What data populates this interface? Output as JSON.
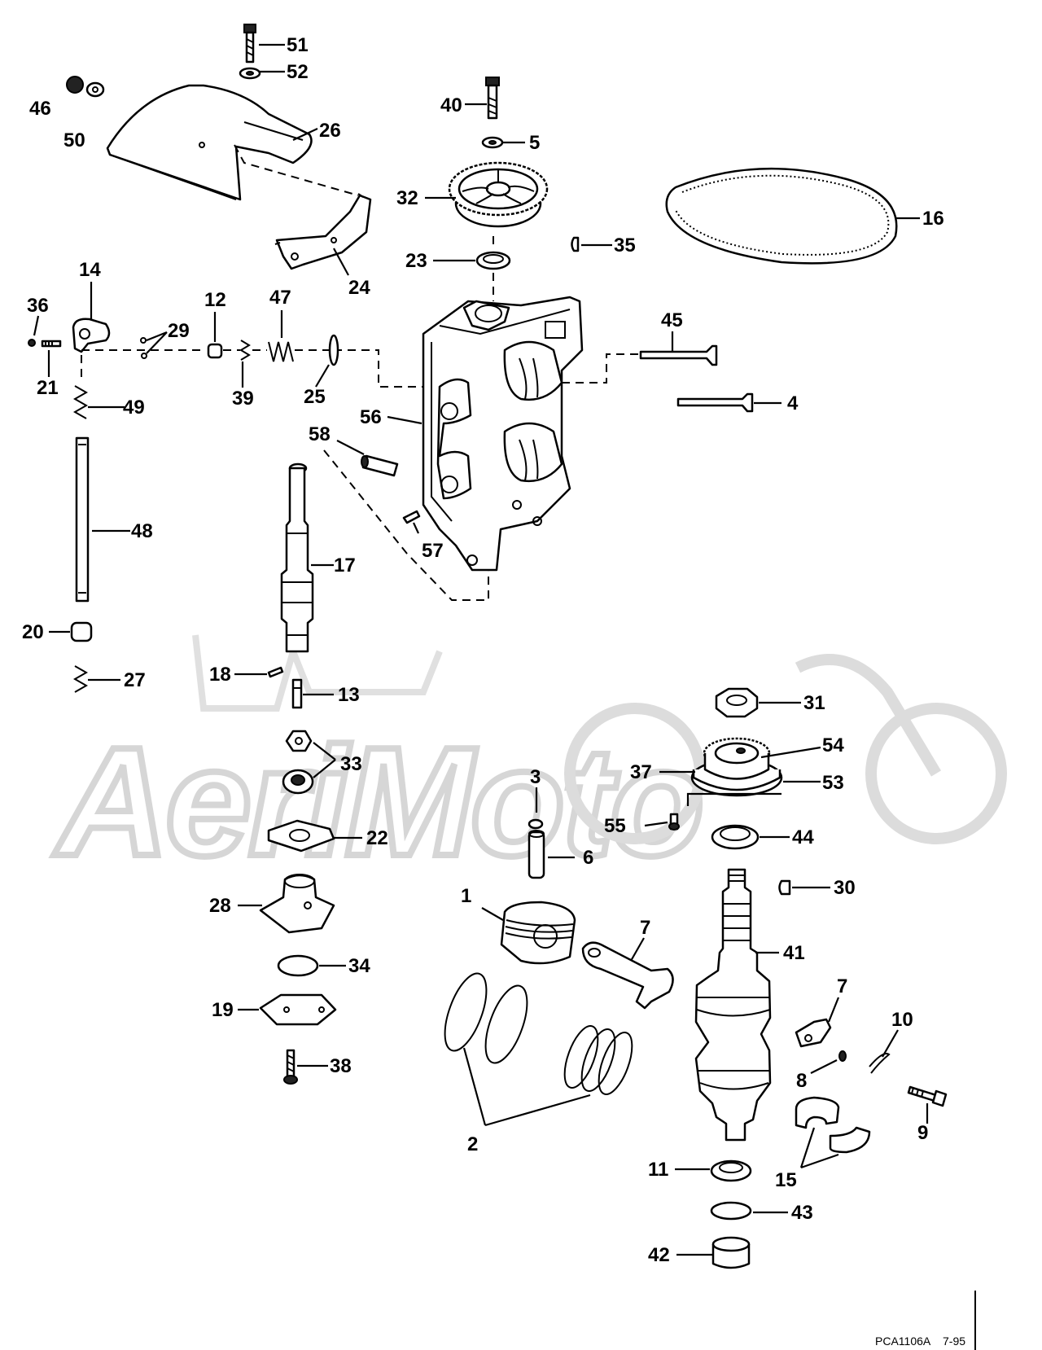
{
  "watermark": {
    "text": "AeriMoto"
  },
  "drawing_code": "PCA1106A",
  "drawing_date": "7-95",
  "callouts": [
    {
      "id": "c51",
      "label": "51",
      "part": "screw"
    },
    {
      "id": "c52",
      "label": "52",
      "part": "washer"
    },
    {
      "id": "c46",
      "label": "46",
      "part": "nut"
    },
    {
      "id": "c50",
      "label": "50",
      "part": "washer"
    },
    {
      "id": "c26",
      "label": "26",
      "part": "belt-cover"
    },
    {
      "id": "c40",
      "label": "40",
      "part": "bolt"
    },
    {
      "id": "c5",
      "label": "5",
      "part": "washer"
    },
    {
      "id": "c32",
      "label": "32",
      "part": "camshaft-pulley"
    },
    {
      "id": "c16",
      "label": "16",
      "part": "timing-belt"
    },
    {
      "id": "c35",
      "label": "35",
      "part": "key"
    },
    {
      "id": "c23",
      "label": "23",
      "part": "seal"
    },
    {
      "id": "c24",
      "label": "24",
      "part": "bracket"
    },
    {
      "id": "c14",
      "label": "14",
      "part": "rocker-arm"
    },
    {
      "id": "c36",
      "label": "36",
      "part": "nut"
    },
    {
      "id": "c29",
      "label": "29",
      "part": "clips"
    },
    {
      "id": "c12",
      "label": "12",
      "part": "spacer"
    },
    {
      "id": "c47",
      "label": "47",
      "part": "spring"
    },
    {
      "id": "c21",
      "label": "21",
      "part": "adjusting-screw"
    },
    {
      "id": "c39",
      "label": "39",
      "part": "spring"
    },
    {
      "id": "c25",
      "label": "25",
      "part": "washer"
    },
    {
      "id": "c45",
      "label": "45",
      "part": "intake-valve"
    },
    {
      "id": "c4",
      "label": "4",
      "part": "exhaust-valve"
    },
    {
      "id": "c49",
      "label": "49",
      "part": "spring"
    },
    {
      "id": "c56",
      "label": "56",
      "part": "cylinder-head"
    },
    {
      "id": "c58",
      "label": "58",
      "part": "dowel"
    },
    {
      "id": "c48",
      "label": "48",
      "part": "rocker-shaft"
    },
    {
      "id": "c17",
      "label": "17",
      "part": "camshaft"
    },
    {
      "id": "c57",
      "label": "57",
      "part": "pin"
    },
    {
      "id": "c20",
      "label": "20",
      "part": "spacer"
    },
    {
      "id": "c18",
      "label": "18",
      "part": "pin"
    },
    {
      "id": "c27",
      "label": "27",
      "part": "spring"
    },
    {
      "id": "c13",
      "label": "13",
      "part": "pin"
    },
    {
      "id": "c31",
      "label": "31",
      "part": "nut"
    },
    {
      "id": "c54",
      "label": "54",
      "part": "gear"
    },
    {
      "id": "c37",
      "label": "37",
      "part": "flywheel-hub"
    },
    {
      "id": "c53",
      "label": "53",
      "part": "plate"
    },
    {
      "id": "c33",
      "label": "33",
      "part": "oil-pump-rotors"
    },
    {
      "id": "c3",
      "label": "3",
      "part": "retaining-ring"
    },
    {
      "id": "c55",
      "label": "55",
      "part": "screw"
    },
    {
      "id": "c44",
      "label": "44",
      "part": "seal"
    },
    {
      "id": "c22",
      "label": "22",
      "part": "gasket"
    },
    {
      "id": "c6",
      "label": "6",
      "part": "piston-pin"
    },
    {
      "id": "c30",
      "label": "30",
      "part": "key"
    },
    {
      "id": "c1",
      "label": "1",
      "part": "piston"
    },
    {
      "id": "c28",
      "label": "28",
      "part": "pump-housing"
    },
    {
      "id": "c7a",
      "label": "7",
      "part": "connecting-rod"
    },
    {
      "id": "c41",
      "label": "41",
      "part": "crankshaft"
    },
    {
      "id": "c34",
      "label": "34",
      "part": "o-ring"
    },
    {
      "id": "c19",
      "label": "19",
      "part": "cover"
    },
    {
      "id": "c7b",
      "label": "7",
      "part": "rod-cap"
    },
    {
      "id": "c10",
      "label": "10",
      "part": "clip"
    },
    {
      "id": "c8",
      "label": "8",
      "part": "nut"
    },
    {
      "id": "c38",
      "label": "38",
      "part": "screw"
    },
    {
      "id": "c9",
      "label": "9",
      "part": "bolt"
    },
    {
      "id": "c2",
      "label": "2",
      "part": "piston-rings"
    },
    {
      "id": "c11",
      "label": "11",
      "part": "seal"
    },
    {
      "id": "c15",
      "label": "15",
      "part": "bearing"
    },
    {
      "id": "c43",
      "label": "43",
      "part": "ring"
    },
    {
      "id": "c42",
      "label": "42",
      "part": "bearing"
    }
  ]
}
